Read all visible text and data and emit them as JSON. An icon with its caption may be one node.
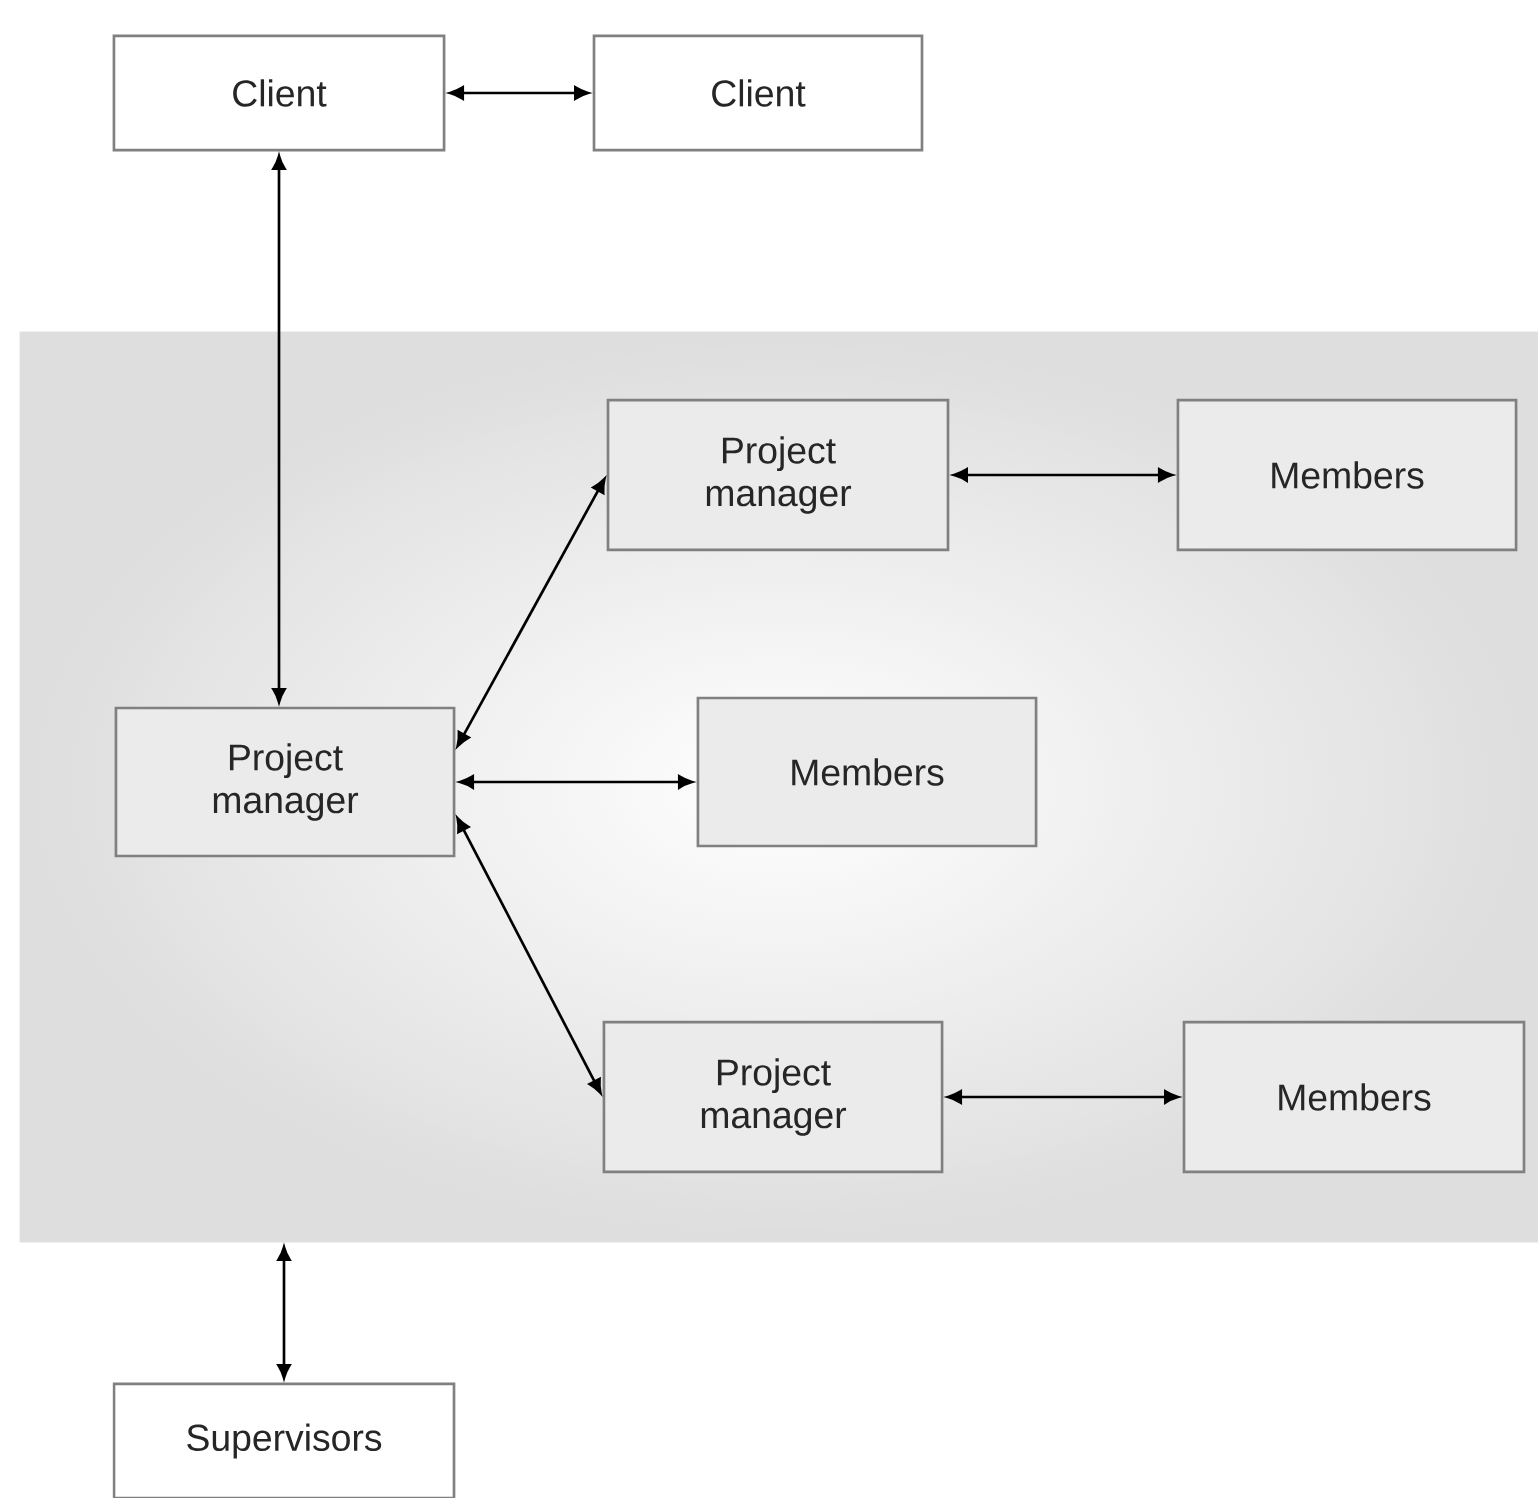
{
  "diagram": {
    "nodes": [
      {
        "text": [
          "Client"
        ]
      },
      {
        "text": [
          "Client"
        ]
      },
      {
        "text": [],
        "shape": "box"
      },
      {
        "text": [
          "Project manager"
        ],
        "in": 2
      },
      {
        "text": [
          "Members"
        ],
        "in": 2
      },
      {
        "text": [
          "Project manager"
        ],
        "in": 2
      },
      {
        "text": [
          "Members"
        ],
        "in": 2
      },
      {
        "text": [
          "Project manager"
        ],
        "in": 2
      },
      {
        "text": [
          "Members"
        ],
        "in": 2
      },
      {
        "text": [
          "Supervisors"
        ]
      }
    ],
    "edges": [
      {
        "from": 0,
        "to": 1,
        "arrow": "both"
      },
      {
        "from": 0,
        "to": 5,
        "arrow": "both"
      },
      {
        "from": 5,
        "to": 3,
        "arrow": "both"
      },
      {
        "from": 3,
        "to": 4,
        "arrow": "both"
      },
      {
        "from": 5,
        "to": 6,
        "arrow": "both"
      },
      {
        "from": 5,
        "to": 7,
        "arrow": "both"
      },
      {
        "from": 7,
        "to": 8,
        "arrow": "both"
      },
      {
        "from": 2,
        "to": 9,
        "arrow": "both"
      }
    ]
  }
}
